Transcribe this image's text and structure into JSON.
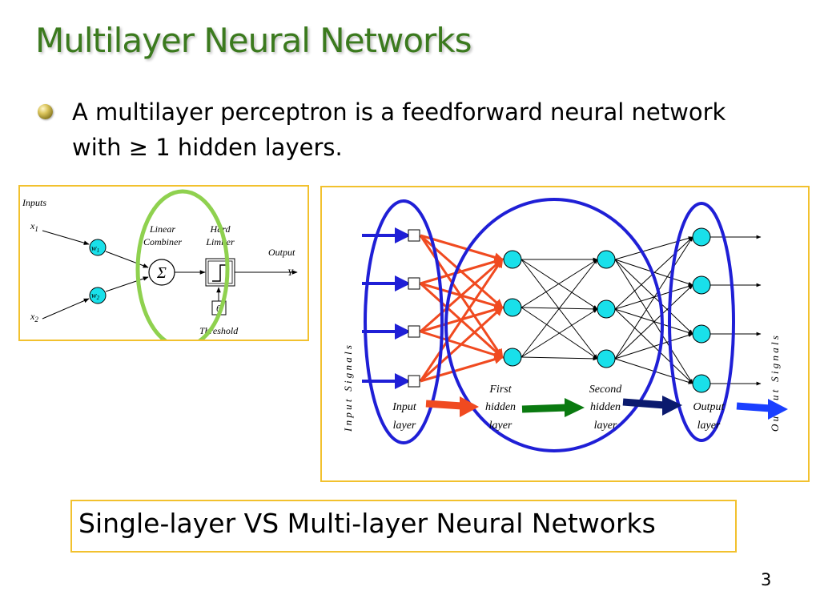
{
  "slide": {
    "title": "Multilayer Neural Networks",
    "bullet": "A multilayer perceptron is a feedforward neural network with ≥ 1 hidden layers.",
    "caption": "Single-layer VS Multi-layer Neural Networks",
    "page_number": "3"
  },
  "single_layer": {
    "inputs_label": "Inputs",
    "x1": "x",
    "x1_sub": "1",
    "x2": "x",
    "x2_sub": "2",
    "w1": "w",
    "w1_sub": "1",
    "w2": "w",
    "w2_sub": "2",
    "linear_combiner_line1": "Linear",
    "linear_combiner_line2": "Combiner",
    "hard_limiter_line1": "Hard",
    "hard_limiter_line2": "Limiter",
    "sum_symbol": "Σ",
    "output_label": "Output",
    "y_label": "Y",
    "theta_symbol": "θ",
    "threshold_label": "Threshold"
  },
  "multi_layer": {
    "input_signals": "I n p u t   S i g n a l s",
    "output_signals": "O u t p u t   S i g n a l s",
    "input_layer_line1": "Input",
    "input_layer_line2": "layer",
    "first_hidden_line1": "First",
    "first_hidden_line2": "hidden",
    "first_hidden_line3": "layer",
    "second_hidden_line1": "Second",
    "second_hidden_line2": "hidden",
    "second_hidden_line3": "layer",
    "output_layer_line1": "Output",
    "output_layer_line2": "layer"
  },
  "colors": {
    "title": "#3b7a1e",
    "panel_border": "#f2c12e",
    "green_ellipse": "#8fd14f",
    "blue_ellipse": "#1f1fd6",
    "neuron_fill": "#19e0ea",
    "red_arrow": "#f04a20",
    "green_arrow": "#0a7a10",
    "navy_arrow": "#0b1a6e",
    "blue_arrow": "#1a3fff"
  }
}
